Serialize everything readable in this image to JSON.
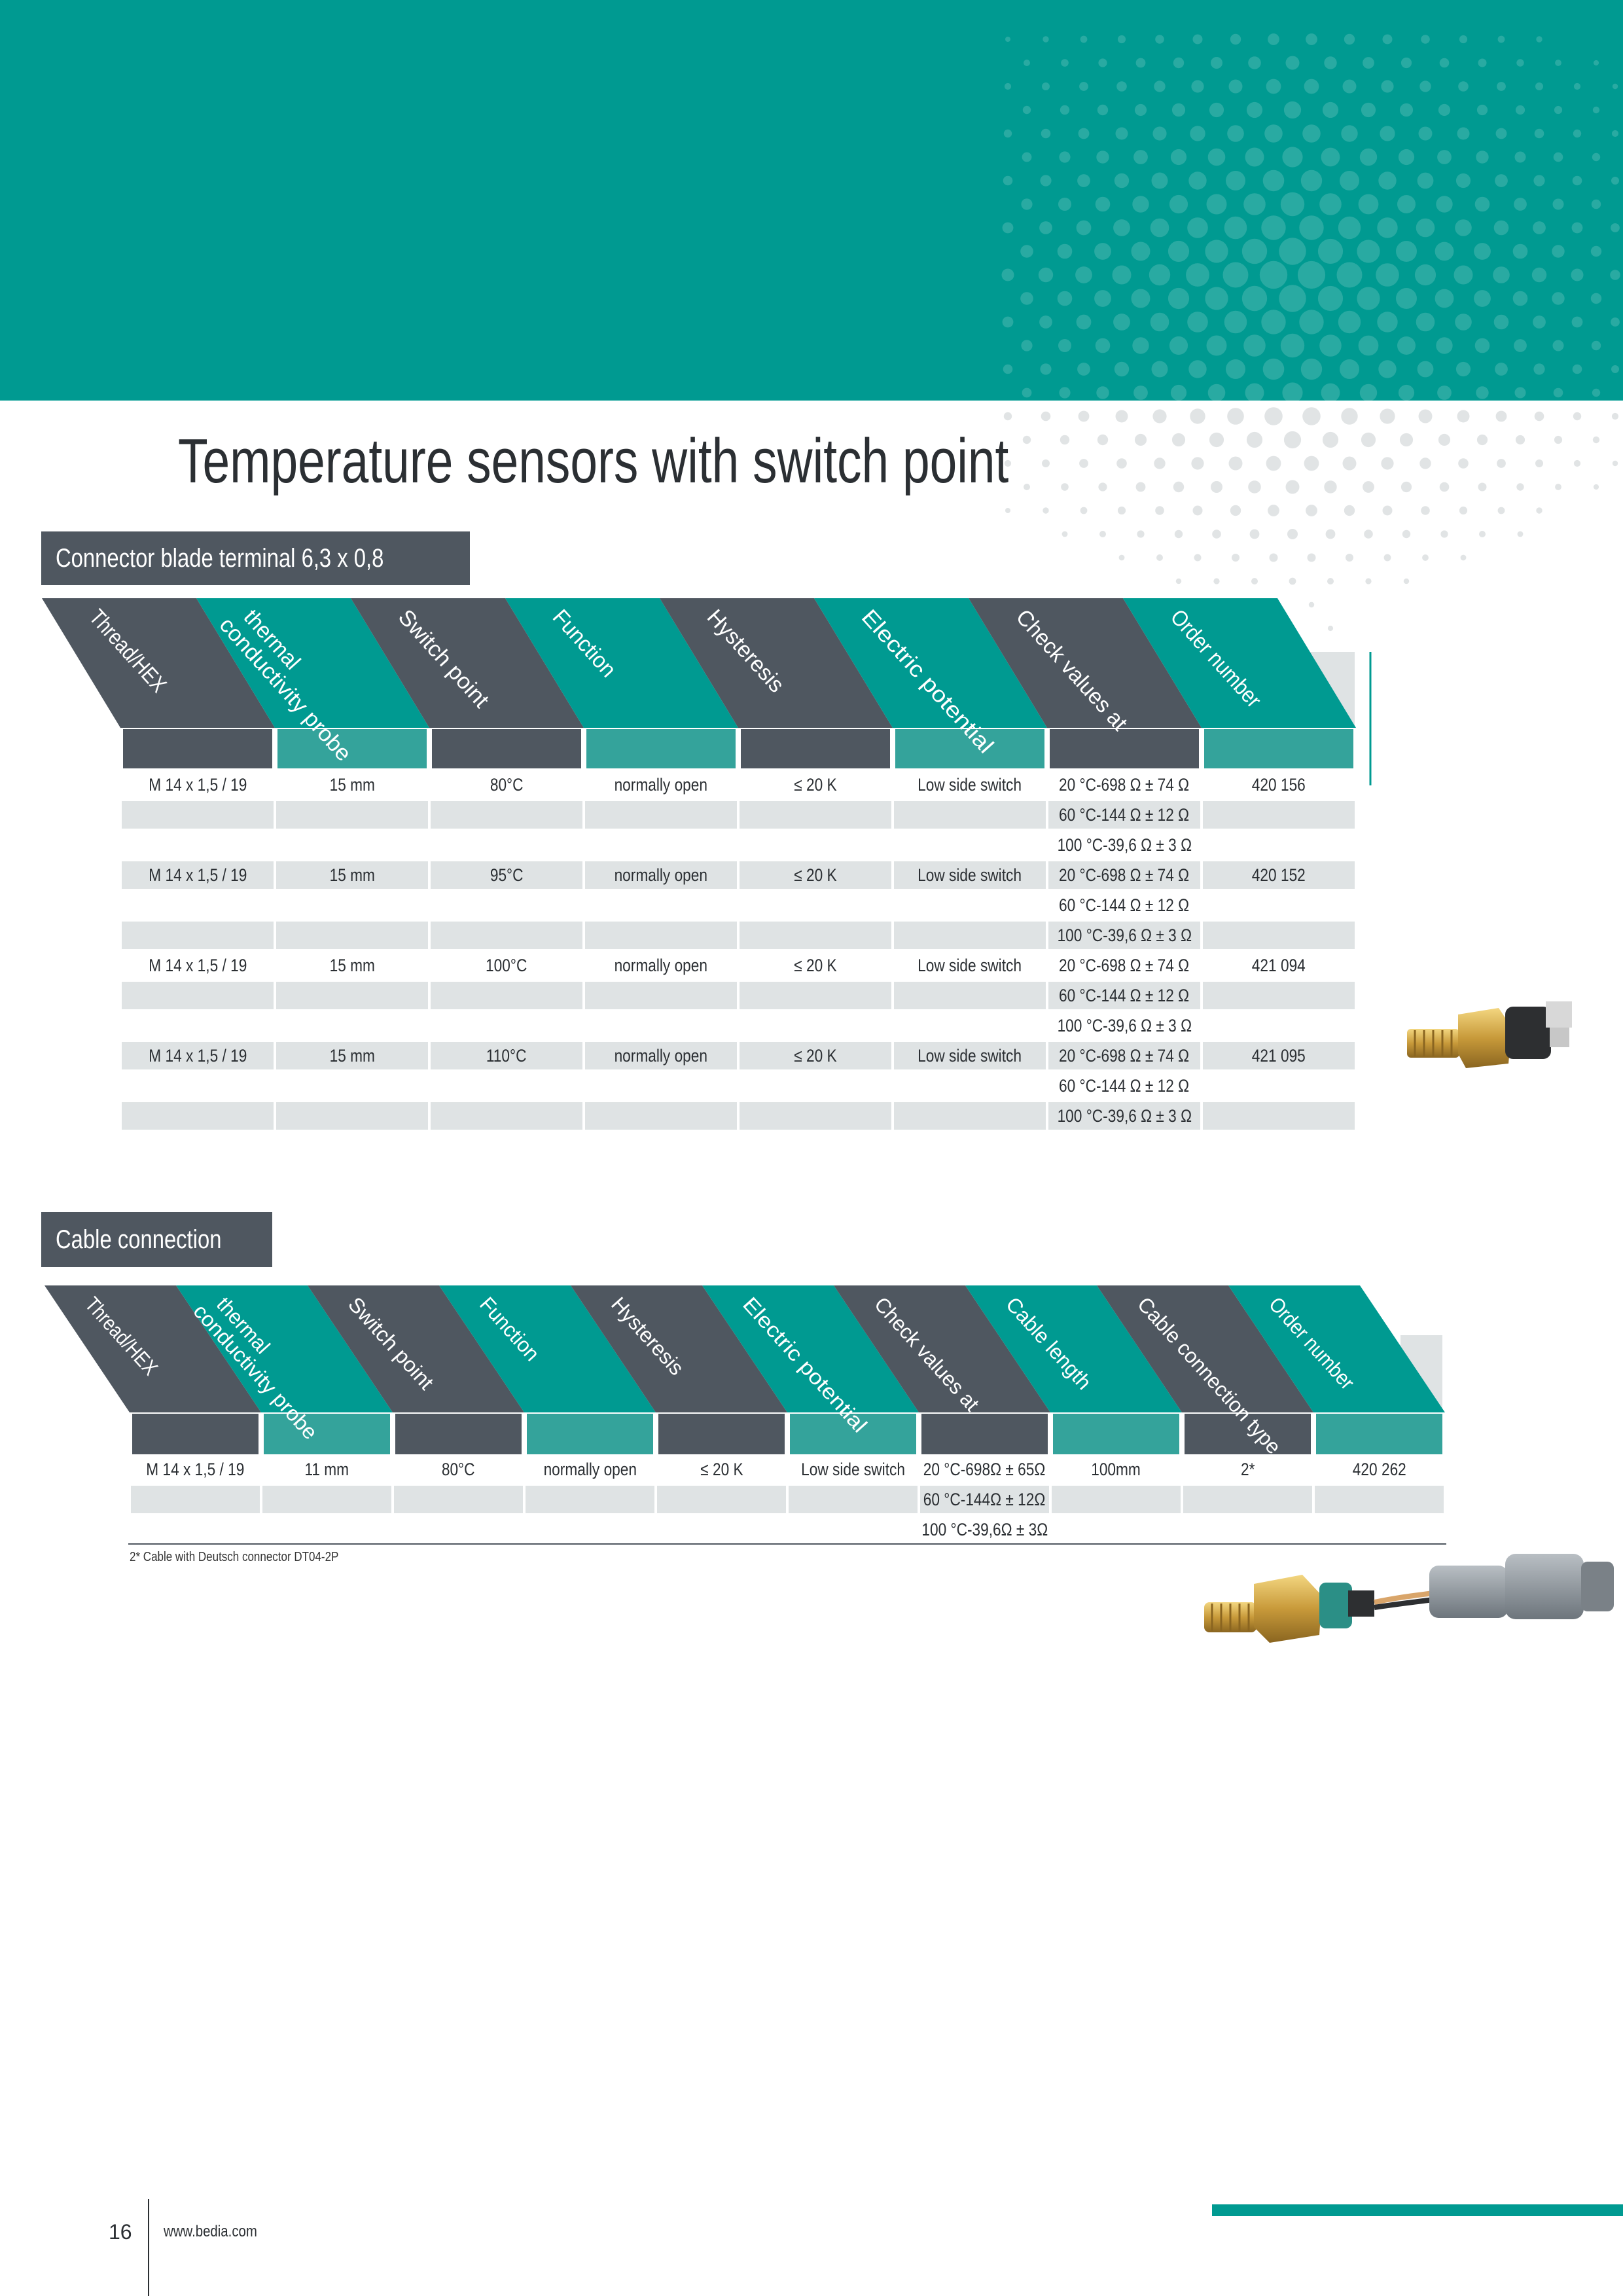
{
  "page": {
    "title": "Temperature sensors with switch point",
    "page_number": "16",
    "website": "www.bedia.com"
  },
  "colors": {
    "teal": "#009a91",
    "teal_light": "#34a39b",
    "slate": "#4f5760",
    "grey_band": "#dfe3e4"
  },
  "table1": {
    "section_label": "Connector blade terminal 6,3 x 0,8",
    "headers": [
      "Thread/HEX",
      "thermal\nconductivity probe",
      "Switch point",
      "Function",
      "Hysteresis",
      "Electric potential",
      "Check values at",
      "Order number"
    ],
    "rows": [
      {
        "thread": "M 14 x 1,5 / 19",
        "probe": "15 mm",
        "switch_point": "80°C",
        "function": "normally open",
        "hysteresis": "≤ 20 K",
        "potential": "Low side switch",
        "check": [
          "20 °C-698 Ω ± 74 Ω",
          "60 °C-144 Ω ± 12 Ω",
          "100 °C-39,6 Ω ± 3 Ω"
        ],
        "order": "420 156"
      },
      {
        "thread": "M 14 x 1,5 / 19",
        "probe": "15 mm",
        "switch_point": "95°C",
        "function": "normally open",
        "hysteresis": "≤ 20 K",
        "potential": "Low side switch",
        "check": [
          "20 °C-698 Ω ± 74 Ω",
          "60 °C-144 Ω ± 12 Ω",
          "100 °C-39,6 Ω ± 3 Ω"
        ],
        "order": "420 152"
      },
      {
        "thread": "M 14 x 1,5 / 19",
        "probe": "15 mm",
        "switch_point": "100°C",
        "function": "normally open",
        "hysteresis": "≤ 20 K",
        "potential": "Low side switch",
        "check": [
          "20 °C-698 Ω ± 74 Ω",
          "60 °C-144 Ω ± 12 Ω",
          "100 °C-39,6 Ω ± 3 Ω"
        ],
        "order": "421 094"
      },
      {
        "thread": "M 14 x 1,5 / 19",
        "probe": "15 mm",
        "switch_point": "110°C",
        "function": "normally open",
        "hysteresis": "≤ 20 K",
        "potential": "Low side switch",
        "check": [
          "20 °C-698 Ω ± 74 Ω",
          "60 °C-144 Ω ± 12 Ω",
          "100 °C-39,6 Ω ± 3 Ω"
        ],
        "order": "421 095"
      }
    ]
  },
  "table2": {
    "section_label": "Cable connection",
    "headers": [
      "Thread/HEX",
      "thermal\nconductivity probe",
      "Switch point",
      "Function",
      "Hysteresis",
      "Electric potential",
      "Check values at",
      "Cable length",
      "Cable connection type",
      "Order number"
    ],
    "rows": [
      {
        "thread": "M 14 x 1,5 / 19",
        "probe": "11 mm",
        "switch_point": "80°C",
        "function": "normally open",
        "hysteresis": "≤ 20 K",
        "potential": "Low side switch",
        "check": [
          "20 °C-698Ω ± 65Ω",
          "60 °C-144Ω ± 12Ω",
          "100 °C-39,6Ω ± 3Ω"
        ],
        "cable_length": "100mm",
        "connection_type": "2*",
        "order": "420 262"
      }
    ],
    "footnote": "2* Cable with Deutsch connector  DT04-2P"
  }
}
